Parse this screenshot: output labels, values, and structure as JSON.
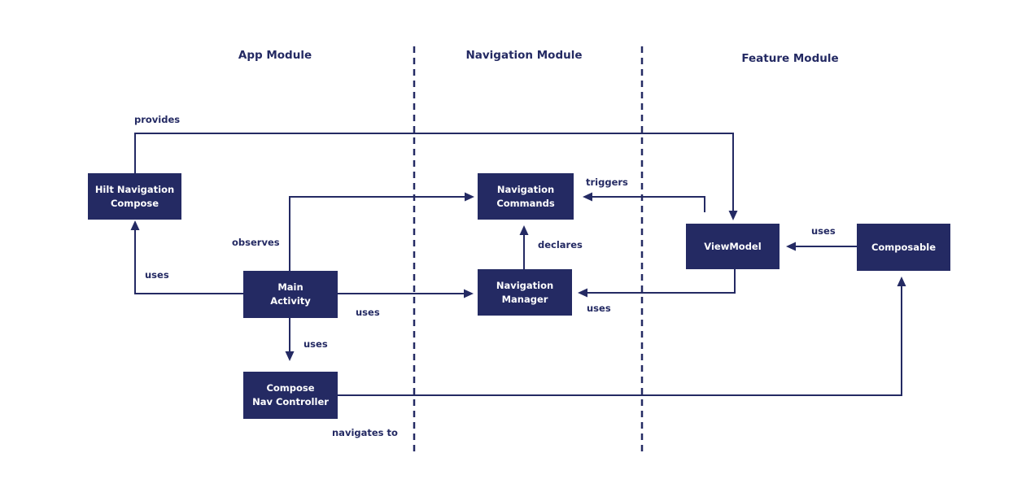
{
  "colors": {
    "ink": "#242a63",
    "box-text": "#ffffff",
    "canvas": "#ffffff"
  },
  "modules": [
    {
      "label": "App Module"
    },
    {
      "label": "Navigation Module"
    },
    {
      "label": "Feature Module"
    }
  ],
  "nodes": {
    "hilt_navigation_compose": {
      "label": "Hilt Navigation\nCompose"
    },
    "main_activity": {
      "label": "Main\nActivity"
    },
    "compose_nav_controller": {
      "label": "Compose\nNav Controller"
    },
    "navigation_commands": {
      "label": "Navigation\nCommands"
    },
    "navigation_manager": {
      "label": "Navigation\nManager"
    },
    "view_model": {
      "label": "ViewModel"
    },
    "composable": {
      "label": "Composable"
    }
  },
  "edges": {
    "provides": {
      "label": "provides"
    },
    "uses_main_to_hilt": {
      "label": "uses"
    },
    "observes": {
      "label": "observes"
    },
    "uses_main_to_nav_manager": {
      "label": "uses"
    },
    "uses_main_to_compose_nav": {
      "label": "uses"
    },
    "navigates_to": {
      "label": "navigates to"
    },
    "declares": {
      "label": "declares"
    },
    "triggers": {
      "label": "triggers"
    },
    "uses_viewmodel_to_nav_manager": {
      "label": "uses"
    },
    "uses_composable_to_viewmodel": {
      "label": "uses"
    }
  }
}
